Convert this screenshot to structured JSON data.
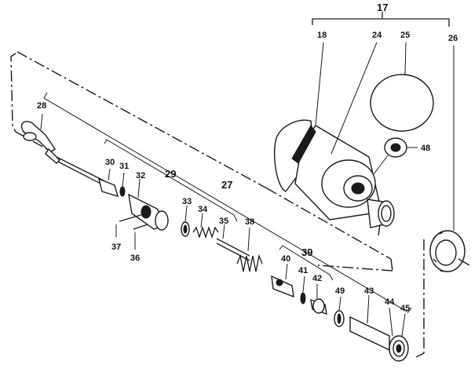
{
  "labels": {
    "l17": "17",
    "l18": "18",
    "l24": "24",
    "l25": "25",
    "l26": "26",
    "l27": "27",
    "l28": "28",
    "l29": "29",
    "l30": "30",
    "l31": "31",
    "l32": "32",
    "l33": "33",
    "l34": "34",
    "l35": "35",
    "l36": "36",
    "l37": "37",
    "l38": "38",
    "l39": "39",
    "l40": "40",
    "l41": "41",
    "l42": "42",
    "l43": "43",
    "l44": "44",
    "l45": "45",
    "l48": "48",
    "l49": "49"
  }
}
